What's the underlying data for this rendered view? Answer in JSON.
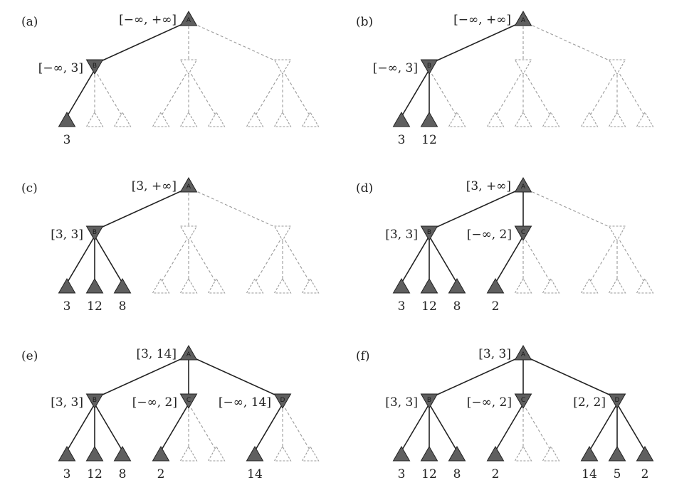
{
  "caption": "",
  "panels": [
    {
      "label": "(a)",
      "root": {
        "letter": "A",
        "interval": "[−∞, +∞]",
        "state": "solid"
      },
      "mins": [
        {
          "letter": "B",
          "interval": "[−∞, 3]",
          "state": "solid",
          "edge": "solid",
          "leaves": [
            {
              "value": "3",
              "state": "solid"
            },
            {
              "value": "",
              "state": "dashed"
            },
            {
              "value": "",
              "state": "dashed"
            }
          ]
        },
        {
          "letter": "",
          "interval": "",
          "state": "dashed",
          "edge": "dashed",
          "leaves": [
            {
              "value": "",
              "state": "dashed"
            },
            {
              "value": "",
              "state": "dashed"
            },
            {
              "value": "",
              "state": "dashed"
            }
          ]
        },
        {
          "letter": "",
          "interval": "",
          "state": "dashed",
          "edge": "dashed",
          "leaves": [
            {
              "value": "",
              "state": "dashed"
            },
            {
              "value": "",
              "state": "dashed"
            },
            {
              "value": "",
              "state": "dashed"
            }
          ]
        }
      ]
    },
    {
      "label": "(b)",
      "root": {
        "letter": "A",
        "interval": "[−∞, +∞]",
        "state": "solid"
      },
      "mins": [
        {
          "letter": "B",
          "interval": "[−∞, 3]",
          "state": "solid",
          "edge": "solid",
          "leaves": [
            {
              "value": "3",
              "state": "solid"
            },
            {
              "value": "12",
              "state": "solid"
            },
            {
              "value": "",
              "state": "dashed"
            }
          ]
        },
        {
          "letter": "",
          "interval": "",
          "state": "dashed",
          "edge": "dashed",
          "leaves": [
            {
              "value": "",
              "state": "dashed"
            },
            {
              "value": "",
              "state": "dashed"
            },
            {
              "value": "",
              "state": "dashed"
            }
          ]
        },
        {
          "letter": "",
          "interval": "",
          "state": "dashed",
          "edge": "dashed",
          "leaves": [
            {
              "value": "",
              "state": "dashed"
            },
            {
              "value": "",
              "state": "dashed"
            },
            {
              "value": "",
              "state": "dashed"
            }
          ]
        }
      ]
    },
    {
      "label": "(c)",
      "root": {
        "letter": "A",
        "interval": "[3, +∞]",
        "state": "solid"
      },
      "mins": [
        {
          "letter": "B",
          "interval": "[3, 3]",
          "state": "solid",
          "edge": "solid",
          "leaves": [
            {
              "value": "3",
              "state": "solid"
            },
            {
              "value": "12",
              "state": "solid"
            },
            {
              "value": "8",
              "state": "solid"
            }
          ]
        },
        {
          "letter": "",
          "interval": "",
          "state": "dashed",
          "edge": "dashed",
          "leaves": [
            {
              "value": "",
              "state": "dashed"
            },
            {
              "value": "",
              "state": "dashed"
            },
            {
              "value": "",
              "state": "dashed"
            }
          ]
        },
        {
          "letter": "",
          "interval": "",
          "state": "dashed",
          "edge": "dashed",
          "leaves": [
            {
              "value": "",
              "state": "dashed"
            },
            {
              "value": "",
              "state": "dashed"
            },
            {
              "value": "",
              "state": "dashed"
            }
          ]
        }
      ]
    },
    {
      "label": "(d)",
      "root": {
        "letter": "A",
        "interval": "[3, +∞]",
        "state": "solid"
      },
      "mins": [
        {
          "letter": "B",
          "interval": "[3, 3]",
          "state": "solid",
          "edge": "solid",
          "leaves": [
            {
              "value": "3",
              "state": "solid"
            },
            {
              "value": "12",
              "state": "solid"
            },
            {
              "value": "8",
              "state": "solid"
            }
          ]
        },
        {
          "letter": "C",
          "interval": "[−∞, 2]",
          "state": "solid",
          "edge": "solid",
          "leaves": [
            {
              "value": "2",
              "state": "solid"
            },
            {
              "value": "",
              "state": "dashed"
            },
            {
              "value": "",
              "state": "dashed"
            }
          ]
        },
        {
          "letter": "",
          "interval": "",
          "state": "dashed",
          "edge": "dashed",
          "leaves": [
            {
              "value": "",
              "state": "dashed"
            },
            {
              "value": "",
              "state": "dashed"
            },
            {
              "value": "",
              "state": "dashed"
            }
          ]
        }
      ]
    },
    {
      "label": "(e)",
      "root": {
        "letter": "A",
        "interval": "[3, 14]",
        "state": "solid"
      },
      "mins": [
        {
          "letter": "B",
          "interval": "[3, 3]",
          "state": "solid",
          "edge": "solid",
          "leaves": [
            {
              "value": "3",
              "state": "solid"
            },
            {
              "value": "12",
              "state": "solid"
            },
            {
              "value": "8",
              "state": "solid"
            }
          ]
        },
        {
          "letter": "C",
          "interval": "[−∞, 2]",
          "state": "solid",
          "edge": "solid",
          "leaves": [
            {
              "value": "2",
              "state": "solid"
            },
            {
              "value": "",
              "state": "dashed"
            },
            {
              "value": "",
              "state": "dashed"
            }
          ]
        },
        {
          "letter": "D",
          "interval": "[−∞, 14]",
          "state": "solid",
          "edge": "solid",
          "leaves": [
            {
              "value": "14",
              "state": "solid"
            },
            {
              "value": "",
              "state": "dashed"
            },
            {
              "value": "",
              "state": "dashed"
            }
          ]
        }
      ]
    },
    {
      "label": "(f)",
      "root": {
        "letter": "A",
        "interval": "[3, 3]",
        "state": "solid"
      },
      "mins": [
        {
          "letter": "B",
          "interval": "[3, 3]",
          "state": "solid",
          "edge": "solid",
          "leaves": [
            {
              "value": "3",
              "state": "solid"
            },
            {
              "value": "12",
              "state": "solid"
            },
            {
              "value": "8",
              "state": "solid"
            }
          ]
        },
        {
          "letter": "C",
          "interval": "[−∞, 2]",
          "state": "solid",
          "edge": "solid",
          "leaves": [
            {
              "value": "2",
              "state": "solid"
            },
            {
              "value": "",
              "state": "dashed"
            },
            {
              "value": "",
              "state": "dashed"
            }
          ]
        },
        {
          "letter": "D",
          "interval": "[2, 2]",
          "state": "solid",
          "edge": "solid",
          "leaves": [
            {
              "value": "14",
              "state": "solid"
            },
            {
              "value": "5",
              "state": "solid"
            },
            {
              "value": "2",
              "state": "solid"
            }
          ]
        }
      ]
    }
  ]
}
